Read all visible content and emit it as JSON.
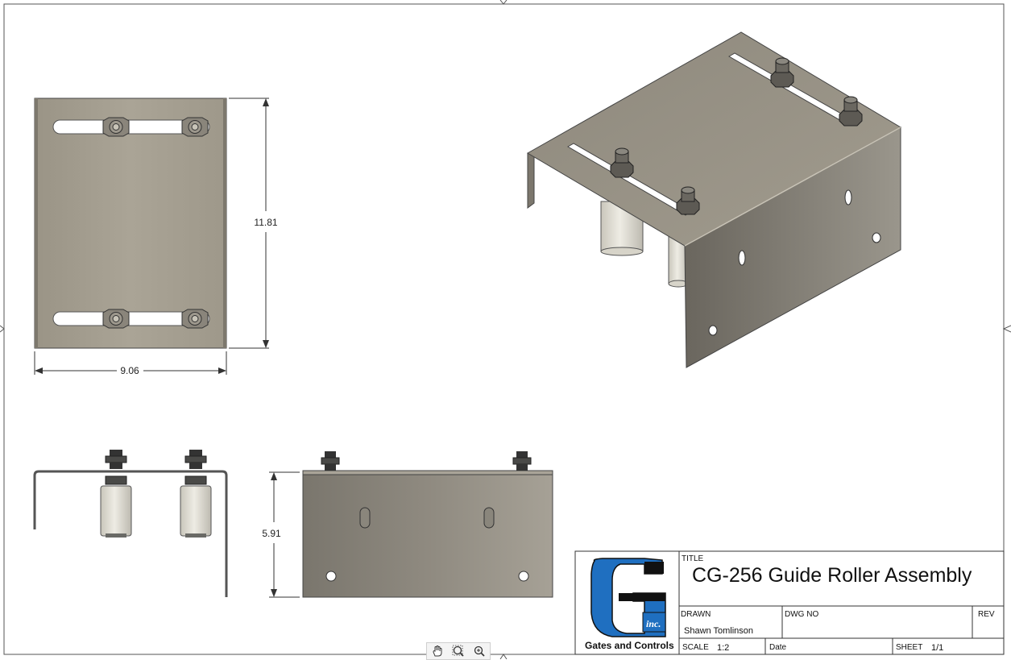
{
  "dimensions": {
    "height_top": "11.81",
    "width_top": "9.06",
    "height_side": "5.91"
  },
  "title_block": {
    "title_label": "TITLE",
    "title": "CG-256 Guide Roller Assembly",
    "drawn_label": "DRAWN",
    "drawn_by": "Shawn Tomlinson",
    "dwg_no_label": "DWG NO",
    "rev_label": "REV",
    "scale_label": "SCALE",
    "scale": "1:2",
    "date_label": "Date",
    "sheet_label": "SHEET",
    "sheet": "1/1"
  },
  "logo": {
    "company": "Gates and Controls",
    "inc": "inc.",
    "colors": {
      "blue": "#1f6fc0",
      "black": "#111111"
    }
  },
  "toolbar": {
    "icons": [
      "pan-hand-icon",
      "zoom-window-icon",
      "zoom-icon"
    ]
  },
  "colors": {
    "metal": "#a8a293",
    "metal_dark": "#6f6a60",
    "roller": "#dedbd0"
  }
}
